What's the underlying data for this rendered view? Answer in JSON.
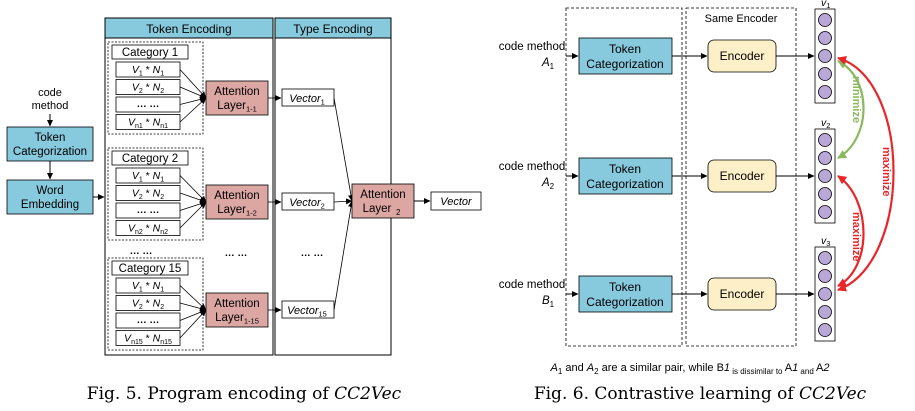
{
  "fig5": {
    "input_label_1": "code",
    "input_label_2": "method",
    "token_categorization": [
      "Token",
      "Categorization"
    ],
    "word_embedding": [
      "Word",
      "Embedding"
    ],
    "token_encoding_header": "Token Encoding",
    "type_encoding_header": "Type Encoding",
    "categories": [
      {
        "title": "Category 1",
        "rows": [
          {
            "v": "V",
            "vs": "1",
            "n": "N",
            "ns": "1"
          },
          {
            "v": "V",
            "vs": "2",
            "n": "N",
            "ns": "2"
          },
          {
            "dots": "… …"
          },
          {
            "v": "V",
            "vs": "n1",
            "n": "N",
            "ns": "n1"
          }
        ],
        "att_1": "Attention",
        "att_2": "Layer",
        "att_sub": "1-1",
        "vec": "Vector",
        "vec_sub": "1"
      },
      {
        "title": "Category 2",
        "rows": [
          {
            "v": "V",
            "vs": "1",
            "n": "N",
            "ns": "1"
          },
          {
            "v": "V",
            "vs": "2",
            "n": "N",
            "ns": "2"
          },
          {
            "dots": "… …"
          },
          {
            "v": "V",
            "vs": "n2",
            "n": "N",
            "ns": "n2"
          }
        ],
        "att_1": "Attention",
        "att_2": "Layer",
        "att_sub": "1-2",
        "vec": "Vector",
        "vec_sub": "2"
      },
      {
        "title": "Category 15",
        "rows": [
          {
            "v": "V",
            "vs": "1",
            "n": "N",
            "ns": "1"
          },
          {
            "v": "V",
            "vs": "2",
            "n": "N",
            "ns": "2"
          },
          {
            "dots": "… …"
          },
          {
            "v": "V",
            "vs": "n15",
            "n": "N",
            "ns": "n15"
          }
        ],
        "att_1": "Attention",
        "att_2": "Layer",
        "att_sub": "1-15",
        "vec": "Vector",
        "vec_sub": "15"
      }
    ],
    "ellipsis_left": "… …",
    "ellipsis_mid": "… …",
    "ellipsis_right": "… …",
    "attention2": {
      "t1": "Attention",
      "t2": "Layer",
      "sub": "2"
    },
    "output_vector": "Vector",
    "caption": "Fig. 5.  Program encoding of CC2Vec"
  },
  "fig6": {
    "same_encoder": "Same Encoder",
    "rows": [
      {
        "label1": "code method",
        "label2": "A",
        "label2_sub": "1",
        "tc1": "Token",
        "tc2": "Categorization",
        "enc": "Encoder",
        "vec": "v",
        "vec_sub": "1"
      },
      {
        "label1": "code method",
        "label2": "A",
        "label2_sub": "2",
        "tc1": "Token",
        "tc2": "Categorization",
        "enc": "Encoder",
        "vec": "v",
        "vec_sub": "2"
      },
      {
        "label1": "code method",
        "label2": "B",
        "label2_sub": "1",
        "tc1": "Token",
        "tc2": "Categorization",
        "enc": "Encoder",
        "vec": "v",
        "vec_sub": "3"
      }
    ],
    "minimize": "minimize",
    "maximize_1": "maximize",
    "maximize_2": "maximize",
    "note_parts": [
      "A",
      "1",
      " and ",
      "A",
      "2",
      " are a similar pair, while ",
      "B",
      "1",
      " is dissimilar to ",
      "A",
      "1",
      " and ",
      "A",
      "2"
    ],
    "caption": "Fig. 6.  Contrastive learning of CC2Vec"
  },
  "colors": {
    "blue_box": "#87c9dd",
    "pink_box": "#dca6a3",
    "yellow_box": "#fdf0c8",
    "node_fill": "#b9a7d8",
    "green": "#8ab85d",
    "red": "#e8262a"
  }
}
